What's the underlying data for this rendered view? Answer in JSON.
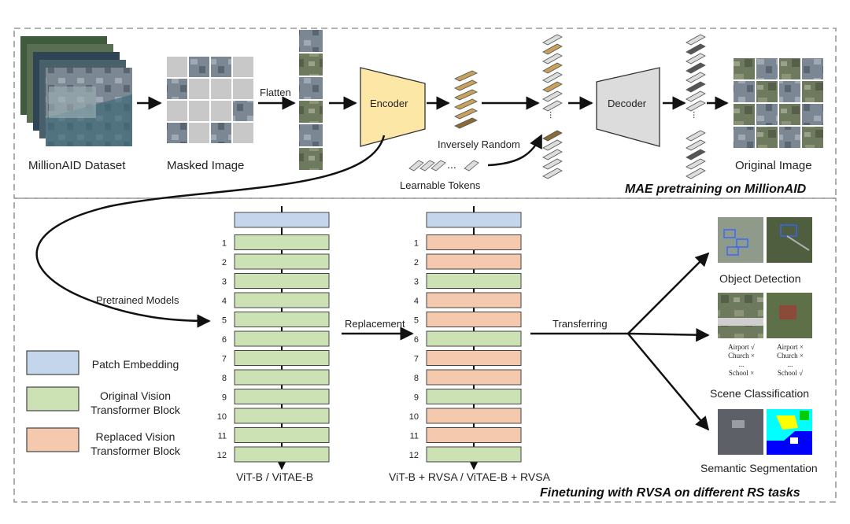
{
  "colors": {
    "embedding": "#c3d6ec",
    "original": "#cce2b4",
    "replaced": "#f5c9ad",
    "encoder": "#fde7a7",
    "decoder": "#dcdcdc",
    "token_gold": "#c8a25a",
    "token_dark": "#8a6a35",
    "token_grey": "#dddddd",
    "token_black": "#555555",
    "mask_grey": "#c8c8c8",
    "dash": "#9a9a9a"
  },
  "top": {
    "dataset_label": "MillionAID Dataset",
    "masked_label": "Masked Image",
    "flatten_label": "Flatten",
    "encoder_label": "Encoder",
    "decoder_label": "Decoder",
    "inversely_label": "Inversely Random",
    "learnable_label": "Learnable Tokens",
    "original_label": "Original Image",
    "section_title": "MAE pretraining on MillionAID",
    "token_dots": "..."
  },
  "bottom": {
    "pretrained_label": "Pretrained Models",
    "replacement_label": "Replacement",
    "transferring_label": "Transferring",
    "vit_caption": "ViT-B / ViTAE-B",
    "rvsa_caption": "ViT-B + RVSA / ViTAE-B + RVSA",
    "block_numbers": [
      "1",
      "2",
      "3",
      "4",
      "5",
      "6",
      "7",
      "8",
      "9",
      "10",
      "11",
      "12"
    ],
    "rvsa_replaced_flags": [
      true,
      true,
      false,
      true,
      true,
      false,
      true,
      true,
      false,
      true,
      true,
      false
    ],
    "section_title": "Finetuning with RVSA on different RS tasks"
  },
  "legend": [
    {
      "text_lines": [
        "Patch Embedding"
      ],
      "kind": "embedding"
    },
    {
      "text_lines": [
        "Original Vision",
        "Transformer Block"
      ],
      "kind": "original"
    },
    {
      "text_lines": [
        "Replaced Vision",
        "Transformer Block"
      ],
      "kind": "replaced"
    }
  ],
  "tasks": {
    "detection_label": "Object Detection",
    "classification_label": "Scene Classification",
    "segmentation_label": "Semantic Segmentation",
    "cls_left": [
      "Airport √",
      "Church ×",
      "...",
      "School ×"
    ],
    "cls_right": [
      "Airport ×",
      "Church ×",
      "...",
      "School √"
    ]
  }
}
